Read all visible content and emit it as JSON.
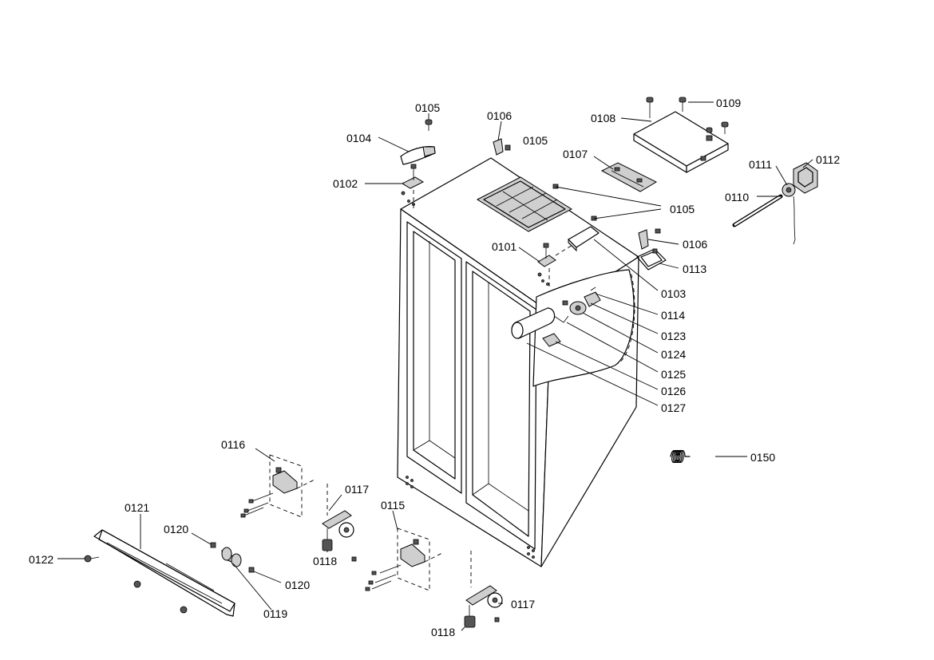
{
  "labels": {
    "p0101": "0101",
    "p0102": "0102",
    "p0103": "0103",
    "p0104": "0104",
    "p0105a": "0105",
    "p0105b": "0105",
    "p0105c": "0105",
    "p0106a": "0106",
    "p0106b": "0106",
    "p0107": "0107",
    "p0108": "0108",
    "p0109": "0109",
    "p0110": "0110",
    "p0111": "0111",
    "p0112": "0112",
    "p0113": "0113",
    "p0114": "0114",
    "p0115": "0115",
    "p0116": "0116",
    "p0117a": "0117",
    "p0117b": "0117",
    "p0118a": "0118",
    "p0118b": "0118",
    "p0119": "0119",
    "p0120a": "0120",
    "p0120b": "0120",
    "p0121": "0121",
    "p0122": "0122",
    "p0123": "0123",
    "p0124": "0124",
    "p0125": "0125",
    "p0126": "0126",
    "p0127": "0127",
    "p0150": "0150"
  }
}
